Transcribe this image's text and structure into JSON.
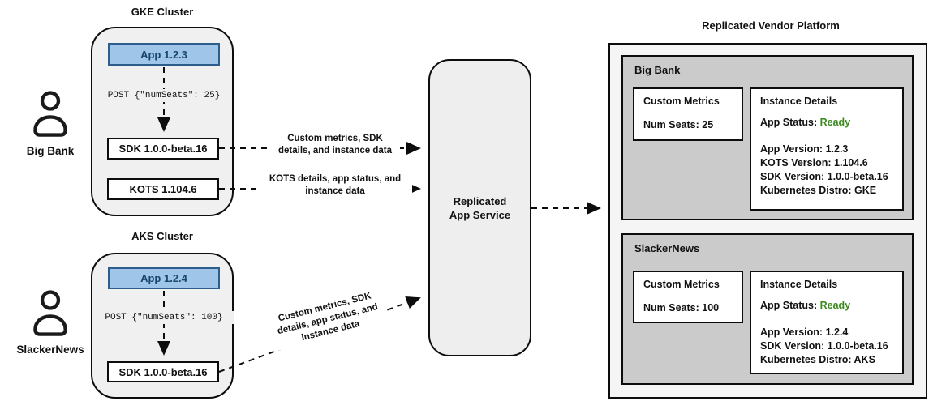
{
  "actors": [
    {
      "label": "Big Bank"
    },
    {
      "label": "SlackerNews"
    }
  ],
  "clusters": [
    {
      "title": "GKE Cluster",
      "app": "App 1.2.3",
      "post": "POST {\"numSeats\": 25}",
      "sdk": "SDK 1.0.0-beta.16",
      "kots": "KOTS 1.104.6"
    },
    {
      "title": "AKS Cluster",
      "app": "App 1.2.4",
      "post": "POST {\"numSeats\": 100}",
      "sdk": "SDK 1.0.0-beta.16"
    }
  ],
  "flows": [
    {
      "label": "Custom metrics, SDK\ndetails, and instance data"
    },
    {
      "label": "KOTS details, app status, and\ninstance data"
    },
    {
      "label": "Custom metrics, SDK\ndetails, app status, and\ninstance data"
    }
  ],
  "service": {
    "label": "Replicated\nApp Service"
  },
  "platform": {
    "title": "Replicated Vendor Platform",
    "sections": [
      {
        "name": "Big Bank",
        "custom_metrics": {
          "title": "Custom Metrics",
          "value": "Num Seats: 25"
        },
        "instance_details": {
          "title": "Instance Details",
          "status_label": "App Status:",
          "status_value": "Ready",
          "lines": [
            "App Version: 1.2.3",
            "KOTS Version: 1.104.6",
            "SDK Version: 1.0.0-beta.16",
            "Kubernetes Distro: GKE"
          ]
        }
      },
      {
        "name": "SlackerNews",
        "custom_metrics": {
          "title": "Custom Metrics",
          "value": "Num Seats: 100"
        },
        "instance_details": {
          "title": "Instance Details",
          "status_label": "App Status:",
          "status_value": "Ready",
          "lines": [
            "App Version: 1.2.4",
            "SDK Version: 1.0.0-beta.16",
            "Kubernetes Distro: AKS"
          ]
        }
      }
    ]
  },
  "colors": {
    "app_fill": "#9fc5e8",
    "app_border": "#2d5d8a",
    "app_text": "#17476e",
    "ready_green": "#3a8a1d",
    "section_gray": "#cbcbcb",
    "cluster_gray": "#f0f0f0",
    "platform_gray": "#f5f5f5",
    "service_gray": "#eeeeee",
    "line_black": "#0d0d0d"
  }
}
